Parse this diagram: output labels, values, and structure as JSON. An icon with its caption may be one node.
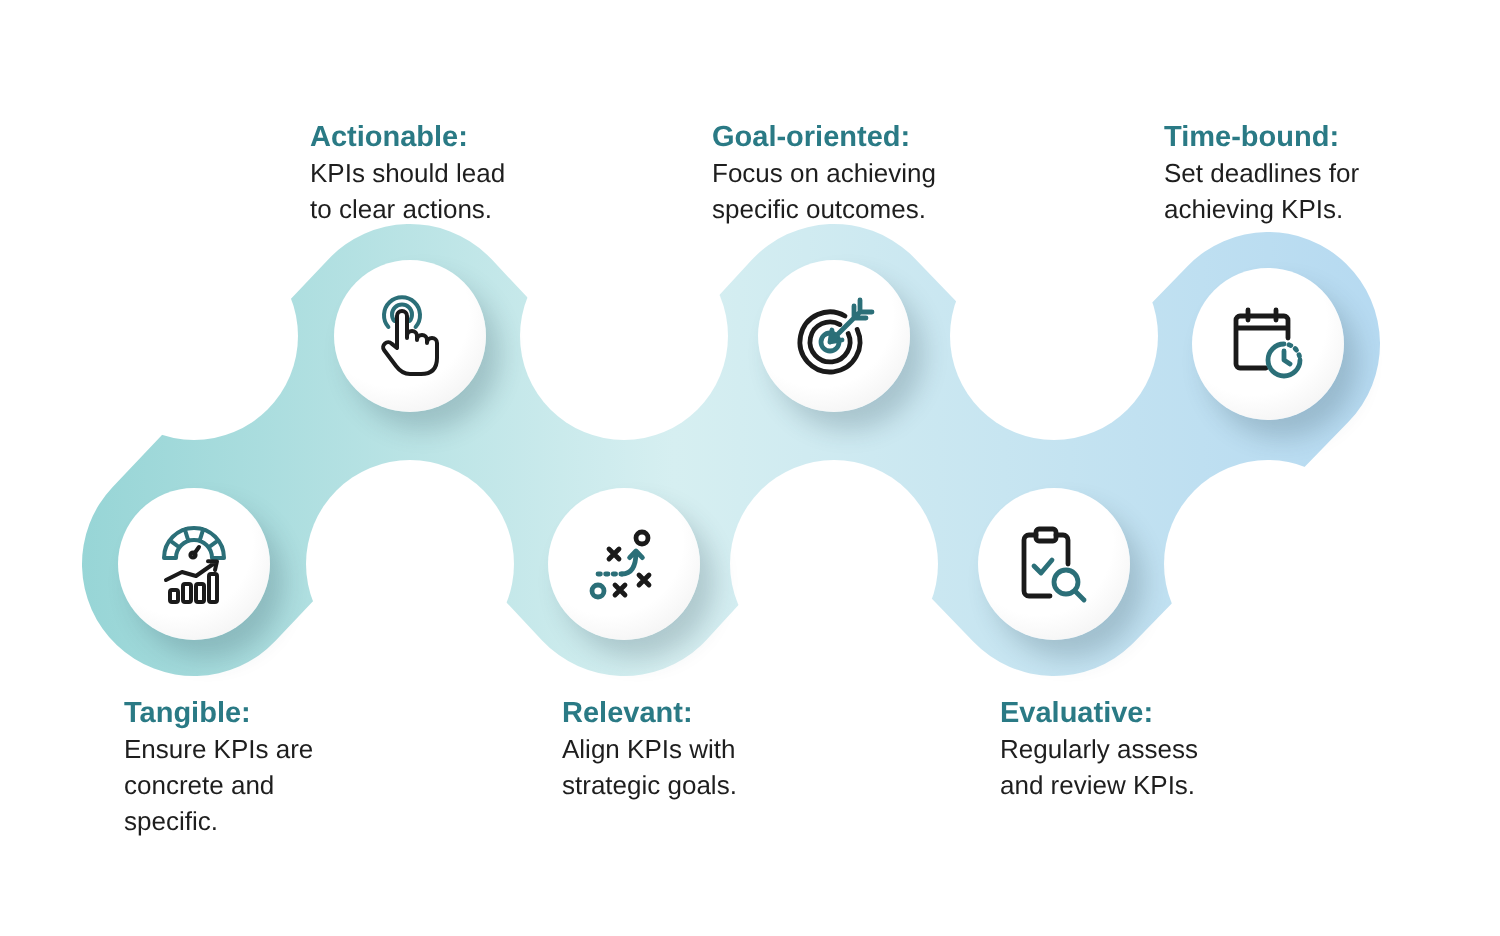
{
  "diagram": {
    "nodes": [
      {
        "text": [
          "Tangible:",
          "Ensure KPIs are concrete and specific."
        ]
      },
      {
        "text": [
          "Actionable:",
          "KPIs should lead to clear actions."
        ]
      },
      {
        "text": [
          "Relevant:",
          "Align KPIs with strategic goals."
        ]
      },
      {
        "text": [
          "Goal-oriented:",
          "Focus on achieving specific outcomes."
        ]
      },
      {
        "text": [
          "Evaluative:",
          "Regularly assess and review KPIs."
        ]
      },
      {
        "text": [
          "Time-bound:",
          "Set deadlines for achieving KPIs."
        ]
      }
    ]
  }
}
